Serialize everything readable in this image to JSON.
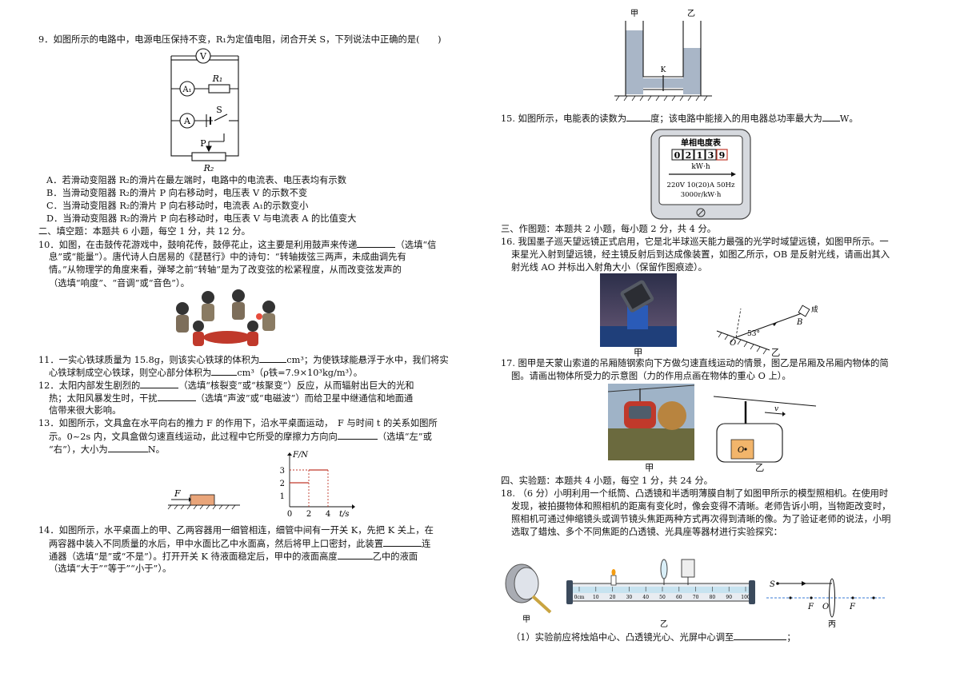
{
  "left": {
    "q9": {
      "stem": "9．如图所示的电路中，电源电压保持不变，R₁为定值电阻，闭合开关 S，下列说法中正确的是(　　)",
      "fig": {
        "v": "V",
        "a1": "A₁",
        "r1": "R₁",
        "a": "A",
        "s": "S",
        "p": "P",
        "r2": "R₂"
      },
      "options": [
        "A．若滑动变阻器 R₂的滑片在最左端时，电路中的电流表、电压表均有示数",
        "B．当滑动变阻器 R₂的滑片 P 向右移动时，电压表 V 的示数不变",
        "C．当滑动变阻器 R₂的滑片 P 向右移动时，电流表 A₁的示数变小",
        "D．当滑动变阻器 R₂的滑片 P 向右移动时，电压表 V 与电流表 A 的比值变大"
      ]
    },
    "section2": "二、填空题：本题共 6 小题，每空 1 分，共 12 分。",
    "q10": {
      "l1a": "10．如图，在击鼓传花游戏中，鼓响花传，鼓停花止，这主要是利用鼓声来传递",
      "l1b": "（选填“信",
      "l2": "息”或“能量”）。唐代诗人白居易的《琵琶行》中的诗句：“转轴拨弦三两声，未成曲调先有",
      "l3": "情。”从物理学的角度来看，弹琴之前“转轴”是为了改变弦的松紧程度，从而改变弦发声的",
      "l4": "（选填“响度”、“音调”或“音色”）。"
    },
    "q11": {
      "l1a": "11．一实心铁球质量为 15.8g，则该实心铁球的体积为",
      "l1b": "cm³；为使铁球能悬浮于水中，我们将实",
      "l2a": "心铁球制成空心铁球，则空心部分体积为",
      "l2b": "cm³（ρ铁=7.9×10³kg/m³）。"
    },
    "q12": {
      "l1a": "12．太阳内部发生剧烈的",
      "l1b": "（选填“核裂变”或“核聚变”）反应，从而辐射出巨大的光和",
      "l2a": "热；太阳风暴发生时，干扰",
      "l2b": "（选填“声波”或“电磁波”）而给卫星中继通信和地面通",
      "l3": "信带来很大影响。"
    },
    "q13": {
      "l1": "13．如图所示，文具盒在水平向右的推力 F 的作用下，沿水平桌面运动，　F 与时间 t 的关系如图所",
      "l2a": "示。0~2s 内，文具盒做匀速直线运动，此过程中它所受的摩擦力方向向",
      "l2b": "（选填“左”或",
      "l3a": "“右”），大小为",
      "l3b": "N。",
      "graph": {
        "ylabel": "F/N",
        "xlabel": "t/s",
        "yticks": [
          "3",
          "2",
          "1"
        ],
        "xticks": [
          "0",
          "2",
          "4"
        ],
        "force": "F"
      }
    },
    "q14": {
      "l1": "14．如图所示，水平桌面上的甲、乙两容器用一细管相连，细管中间有一开关 K，先把 K 关上，在",
      "l2a": "两容器中装入不同质量的水后，甲中水面比乙中水面高，然后将甲上口密封，此装置",
      "l2b": "连",
      "l3": "通器（选填“是”或“不是”）。打开开关 K 待液面稳定后，甲中的液面高度",
      "l3b": "乙中的液面",
      "l4": "（选填“大于”“等于”“小于”）。"
    }
  },
  "right": {
    "vessel": {
      "jia": "甲",
      "yi": "乙",
      "k": "K"
    },
    "q15": {
      "a": "15. 如图所示，电能表的读数为",
      "b": "度；该电路中能接入的用电器总功率最大为",
      "c": "W。"
    },
    "meter": {
      "title": "单相电度表",
      "digits": [
        "0",
        "2",
        "1",
        "3",
        "9"
      ],
      "unit": "kW·h",
      "spec1": "220V 10(20)A 50Hz",
      "spec2": "3000r/kW·h"
    },
    "section3": "三、作图题：本题共 2 小题，每小题 2 分，共 4 分。",
    "q16": {
      "l1": "16. 我国墨子巡天望远镜正式启用，它是北半球巡天能力最强的光学时域望远镜，如图甲所示。一",
      "l2": "束星光入射到望远镜，经主镜反射后到达成像装置，如图乙所示，OB 是反射光线，请画出其入",
      "l3": "射光线 AO 并标出入射角大小（保留作图痕迹）。",
      "fig": {
        "label": "成像装置",
        "angle": "53°",
        "o": "O",
        "b": "B",
        "jia": "甲",
        "yi": "乙"
      }
    },
    "q17": {
      "l1": "17. 图甲是天蒙山索道的吊厢随钢索向下方做匀速直线运动的情景，图乙是吊厢及吊厢内物体的简",
      "l2": "图。请画出物体所受力的示意图（力的作用点画在物体的重心 O 上）。",
      "fig": {
        "v": "v",
        "o": "O",
        "jia": "甲",
        "yi": "乙"
      }
    },
    "section4": "四、实验题：本题共 4 小题，每空 1 分，共 24 分。",
    "q18": {
      "l1": "18. （6 分）小明利用一个纸筒、凸透镜和半透明薄膜自制了如图甲所示的模型照相机。在使用时",
      "l2": "发现，被拍摄物体和照相机的距离有变化时，像会变得不清晰。老师告诉小明，当物距改变时，",
      "l3": "照相机可通过伸缩镜头或调节镜头焦距两种方式再次得到清晰的像。为了验证老师的说法，小明",
      "l4": "选取了蜡烛、多个不同焦距的凸透镜、光具座等器材进行实验探究：",
      "sub1": "（1）实验前应将烛焰中心、凸透镜光心、光屏中心调至",
      "sub1end": "；",
      "fig": {
        "jia": "甲",
        "yi": "乙",
        "bing": "丙",
        "s": "S",
        "f1": "F",
        "o": "O",
        "f2": "F",
        "ruler": [
          "0cm",
          "10",
          "20",
          "30",
          "40",
          "50",
          "60",
          "70",
          "80",
          "90",
          "100"
        ]
      }
    }
  }
}
